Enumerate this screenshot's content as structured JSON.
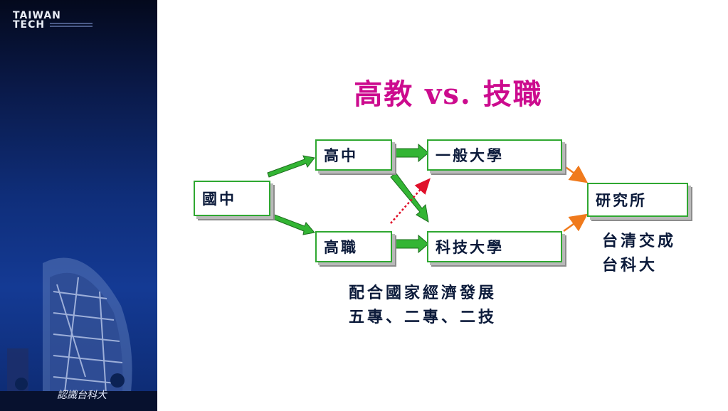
{
  "sidebar": {
    "logo_line1": "TAIWAN",
    "logo_line2": "TECH",
    "caption": "認識台科大"
  },
  "slide": {
    "title": "高教 vs. 技職",
    "boxes": {
      "junior_high": "國中",
      "senior_high": "高中",
      "vocational_high": "高職",
      "general_university": "一般大學",
      "tech_university": "科技大學",
      "graduate_school": "研究所"
    },
    "graduate_note": [
      "台清交成",
      "台科大"
    ],
    "bottom_note": [
      "配合國家經濟發展",
      "五專、二專、二技"
    ]
  },
  "colors": {
    "title": "#cc0b8e",
    "box_border": "#2fa831",
    "arrow_green": "#33b534",
    "arrow_orange": "#f07a1c",
    "arrow_red_dotted": "#e0102a",
    "text_dark": "#0b1a3a"
  }
}
